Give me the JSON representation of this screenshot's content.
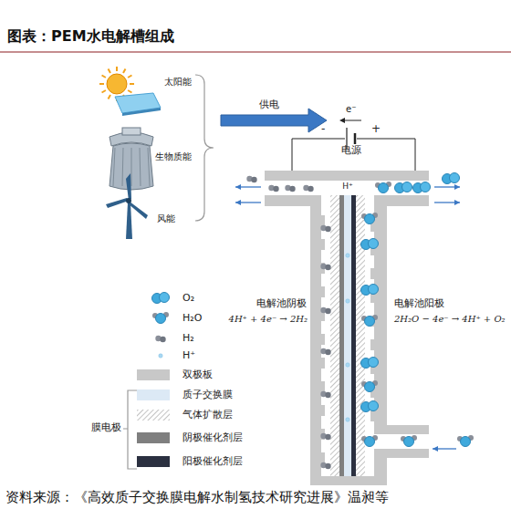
{
  "diagram": {
    "title": "图表：PEM水电解槽组成",
    "caption": "资料来源：《高效质子交换膜电解水制氢技术研究进展》温昶等",
    "labels": [
      "太阳能",
      "生物质能",
      "风能",
      "供电",
      "e⁻",
      "-",
      "+",
      "电源",
      "H⁺",
      "电解池阴极",
      "4H⁺ + 4e⁻ → 2H₂",
      "电解池阳极",
      "2H₂O − 4e⁻ → 4H⁺ + O₂",
      "膜电极"
    ],
    "legend": [
      {
        "text": "O₂"
      },
      {
        "text": "H₂O"
      },
      {
        "text": "H₂"
      },
      {
        "text": "H⁺"
      },
      {
        "text": "双极板",
        "color": "#c8c8c8"
      },
      {
        "text": "质子交换膜",
        "color": "#dce9f5"
      },
      {
        "text": "气体扩散层"
      },
      {
        "text": "阴极催化剂层",
        "color": "#7f7f7f"
      },
      {
        "text": "阳极催化剂层",
        "color": "#2b3040"
      }
    ]
  }
}
